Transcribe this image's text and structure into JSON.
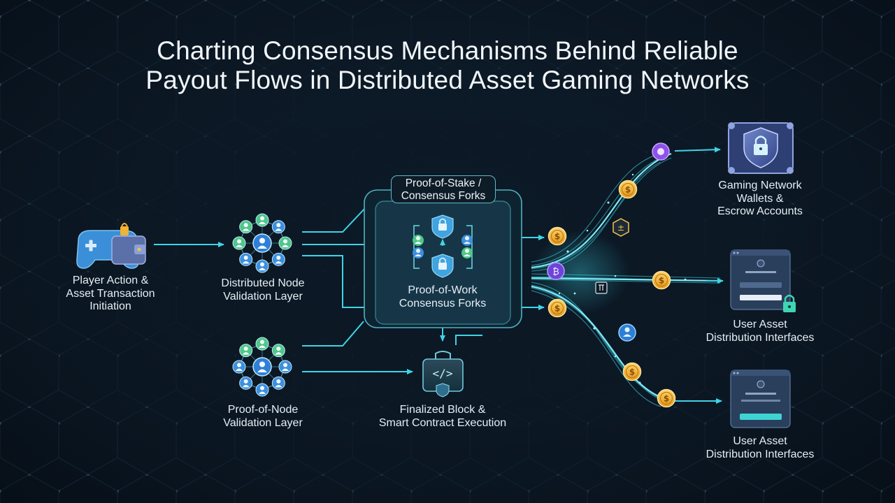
{
  "title": {
    "line1": "Charting Consensus Mechanisms Behind Reliable",
    "line2": "Payout Flows in Distributed Asset Gaming Networks"
  },
  "nodes": {
    "player": {
      "line1": "Player Action &",
      "line2": "Asset Transaction",
      "line3": "Initiation",
      "icon": "gamepad-wallet-icon"
    },
    "distributed": {
      "line1": "Distributed Node",
      "line2": "Validation Layer",
      "icon": "node-network-icon"
    },
    "proof_of_node": {
      "line1": "Proof-of-Node",
      "line2": "Validation Layer",
      "icon": "node-network-icon"
    },
    "consensus": {
      "top_line1": "Proof-of-Stake /",
      "top_line2": "Consensus Forks",
      "inner_line1": "Proof-of-Work",
      "inner_line2": "Consensus Forks",
      "icon": "lock-icon"
    },
    "finalized": {
      "line1": "Finalized Block &",
      "line2": "Smart Contract Execution",
      "icon": "code-briefcase-icon"
    },
    "wallets": {
      "line1": "Gaming Network",
      "line2": "Wallets &",
      "line3": "Escrow Accounts",
      "icon": "shield-lock-icon"
    },
    "dist_interface_1": {
      "line1": "User Asset",
      "line2": "Distribution Interfaces",
      "icon": "interface-panel-icon"
    },
    "dist_interface_2": {
      "line1": "User Asset",
      "line2": "Distribution Interfaces",
      "icon": "interface-panel-icon"
    }
  },
  "colors": {
    "accent": "#3fd4e6",
    "coin": "#f3b327",
    "node_green": "#5fd38a",
    "node_blue": "#3d8fe0",
    "purple": "#9b5cf0",
    "panel": "#1a3340"
  }
}
